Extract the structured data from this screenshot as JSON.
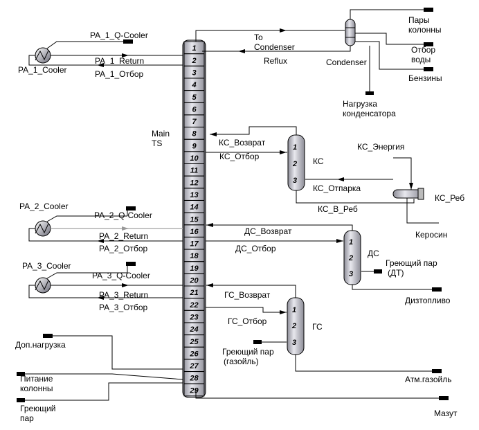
{
  "main_column": {
    "label_line1": "Main",
    "label_line2": "TS",
    "trays": [
      "1",
      "2",
      "3",
      "4",
      "5",
      "6",
      "7",
      "8",
      "9",
      "10",
      "11",
      "12",
      "13",
      "14",
      "15",
      "16",
      "17",
      "18",
      "19",
      "20",
      "21",
      "22",
      "23",
      "24",
      "25",
      "26",
      "27",
      "28",
      "29"
    ]
  },
  "pumparounds": [
    {
      "cooler": "PA_1_Cooler",
      "q_cooler": "PA_1_Q-Cooler",
      "return": "PA_1_Return",
      "draw": "PA_1_Отбор"
    },
    {
      "cooler": "PA_2_Cooler",
      "q_cooler": "PA_2_Q-Cooler",
      "return": "PA_2_Return",
      "draw": "PA_2_Отбор"
    },
    {
      "cooler": "PA_3_Cooler",
      "q_cooler": "PA_3_Q-Cooler",
      "return": "PA_3_Return",
      "draw": "PA_3_Отбор"
    }
  ],
  "condenser": {
    "to_condenser_line1": "To",
    "to_condenser_line2": "Condenser",
    "reflux": "Reflux",
    "name": "Condenser",
    "vapor_line1": "Пары",
    "vapor_line2": "колонны",
    "water_line1": "Отбор",
    "water_line2": "воды",
    "naphtha": "Бензины",
    "duty_line1": "Нагрузка",
    "duty_line2": "конденсатора"
  },
  "side_strippers": [
    {
      "name": "КС",
      "return": "КС_Возврат",
      "draw": "КС_Отбор",
      "trays": [
        "1",
        "2",
        "3"
      ],
      "energy": "КС_Энергия",
      "stripping": "КС_Отпарка",
      "to_reboiler": "КС_В_Реб",
      "reboiler": "КС_Реб",
      "product": "Керосин"
    },
    {
      "name": "ДС",
      "return": "ДС_Возврат",
      "draw": "ДС_Отбор",
      "trays": [
        "1",
        "2",
        "3"
      ],
      "steam_line1": "Греющий пар",
      "steam_line2": "(ДТ)",
      "product": "Дизтопливо"
    },
    {
      "name": "ГС",
      "return": "ГС_Возврат",
      "draw": "ГС_Отбор",
      "trays": [
        "1",
        "2",
        "3"
      ],
      "steam_line1": "Греющий пар",
      "steam_line2": "(газойль)",
      "product": "Атм.газойль"
    }
  ],
  "feeds": {
    "extra_load": "Доп.нагрузка",
    "feed_line1": "Питание",
    "feed_line2": "колонны",
    "steam_line1": "Греющий",
    "steam_line2": "пар"
  },
  "bottoms": "Мазут"
}
